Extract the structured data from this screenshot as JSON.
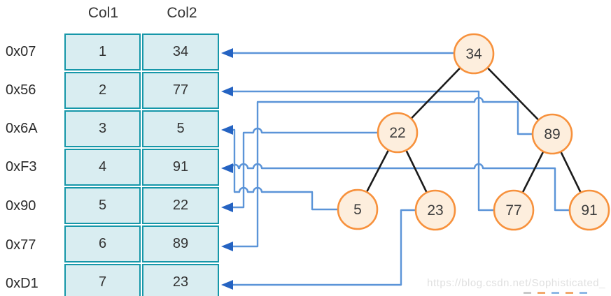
{
  "table": {
    "col_headers": [
      "Col1",
      "Col2"
    ],
    "rows": [
      {
        "addr": "0x07",
        "col1": "1",
        "col2": "34"
      },
      {
        "addr": "0x56",
        "col1": "2",
        "col2": "77"
      },
      {
        "addr": "0x6A",
        "col1": "3",
        "col2": "5"
      },
      {
        "addr": "0xF3",
        "col1": "4",
        "col2": "91"
      },
      {
        "addr": "0x90",
        "col1": "5",
        "col2": "22"
      },
      {
        "addr": "0x77",
        "col1": "6",
        "col2": "89"
      },
      {
        "addr": "0xD1",
        "col1": "7",
        "col2": "23"
      }
    ]
  },
  "tree": {
    "nodes": [
      {
        "value": "34"
      },
      {
        "value": "22"
      },
      {
        "value": "89"
      },
      {
        "value": "5"
      },
      {
        "value": "23"
      },
      {
        "value": "77"
      },
      {
        "value": "91"
      }
    ],
    "edges": [
      [
        "34",
        "22"
      ],
      [
        "34",
        "89"
      ],
      [
        "22",
        "5"
      ],
      [
        "22",
        "23"
      ],
      [
        "89",
        "77"
      ],
      [
        "89",
        "91"
      ]
    ],
    "node_to_row_links": [
      {
        "node": "34",
        "row": "0x07"
      },
      {
        "node": "77",
        "row": "0x56"
      },
      {
        "node": "5",
        "row": "0x6A"
      },
      {
        "node": "91",
        "row": "0xF3"
      },
      {
        "node": "22",
        "row": "0x90"
      },
      {
        "node": "89",
        "row": "0x77"
      },
      {
        "node": "23",
        "row": "0xD1"
      }
    ]
  },
  "watermark": "https://blog.csdn.net/Sophisticated_",
  "watermark_fragments": [
    "#c9c9c9",
    "#f2a96e",
    "#8fb9e6",
    "#f2a96e",
    "#8fb9e6"
  ],
  "colors": {
    "table_border": "#1697a9",
    "table_fill": "#d9edf1",
    "node_border": "#f7913c",
    "node_fill": "#fdeedd",
    "connector_blue": "#5b94d8",
    "arrowhead_blue": "#2563c2",
    "tree_edge_black": "#1b1b1b",
    "text_dark": "#333333",
    "watermark_gray": "#e0e0e0"
  }
}
